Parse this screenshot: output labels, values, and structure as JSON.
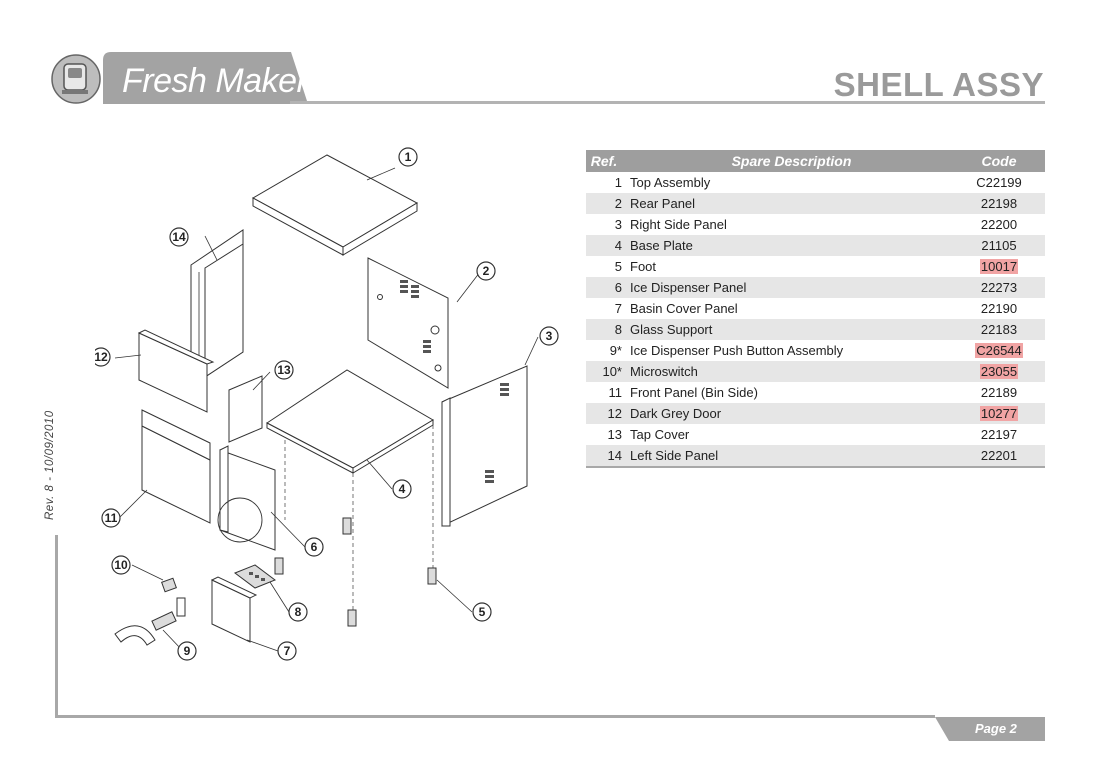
{
  "header": {
    "brand": "Fresh Maker",
    "title": "SHELL ASSY"
  },
  "revision": "Rev. 8 - 10/09/2010",
  "footer": {
    "page_label": "Page 2"
  },
  "table": {
    "headers": {
      "ref": "Ref.",
      "desc": "Spare Description",
      "code": "Code"
    },
    "rows": [
      {
        "ref": "1",
        "desc": "Top Assembly",
        "code": "C22199",
        "highlight": false
      },
      {
        "ref": "2",
        "desc": "Rear Panel",
        "code": "22198",
        "highlight": false
      },
      {
        "ref": "3",
        "desc": "Right Side Panel",
        "code": "22200",
        "highlight": false
      },
      {
        "ref": "4",
        "desc": "Base Plate",
        "code": "21105",
        "highlight": false
      },
      {
        "ref": "5",
        "desc": "Foot",
        "code": "10017",
        "highlight": true
      },
      {
        "ref": "6",
        "desc": "Ice Dispenser Panel",
        "code": "22273",
        "highlight": false
      },
      {
        "ref": "7",
        "desc": "Basin Cover Panel",
        "code": "22190",
        "highlight": false
      },
      {
        "ref": "8",
        "desc": "Glass Support",
        "code": "22183",
        "highlight": false
      },
      {
        "ref": "9*",
        "desc": "Ice Dispenser Push Button Assembly",
        "code": "C26544",
        "highlight": true
      },
      {
        "ref": "10*",
        "desc": "Microswitch",
        "code": "23055",
        "highlight": true
      },
      {
        "ref": "11",
        "desc": "Front Panel (Bin Side)",
        "code": "22189",
        "highlight": false
      },
      {
        "ref": "12",
        "desc": "Dark Grey Door",
        "code": "10277",
        "highlight": true
      },
      {
        "ref": "13",
        "desc": "Tap Cover",
        "code": "22197",
        "highlight": false
      },
      {
        "ref": "14",
        "desc": "Left Side Panel",
        "code": "22201",
        "highlight": false
      }
    ]
  },
  "diagram": {
    "callouts": [
      "1",
      "2",
      "3",
      "4",
      "5",
      "6",
      "7",
      "8",
      "9",
      "10",
      "11",
      "12",
      "13",
      "14"
    ]
  },
  "colors": {
    "highlight": "#f1a4a4",
    "header_gray": "#9e9e9e",
    "stripe": "#e6e6e6"
  }
}
